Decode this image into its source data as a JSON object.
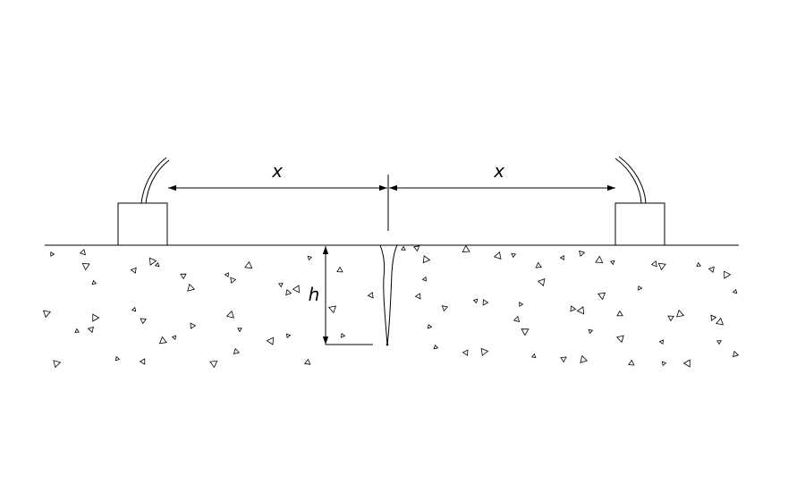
{
  "diagram": {
    "left_spacing_label": "x",
    "right_spacing_label": "x",
    "crack_depth_label": "h"
  },
  "colors": {
    "stroke": "#000000",
    "background": "#ffffff"
  }
}
